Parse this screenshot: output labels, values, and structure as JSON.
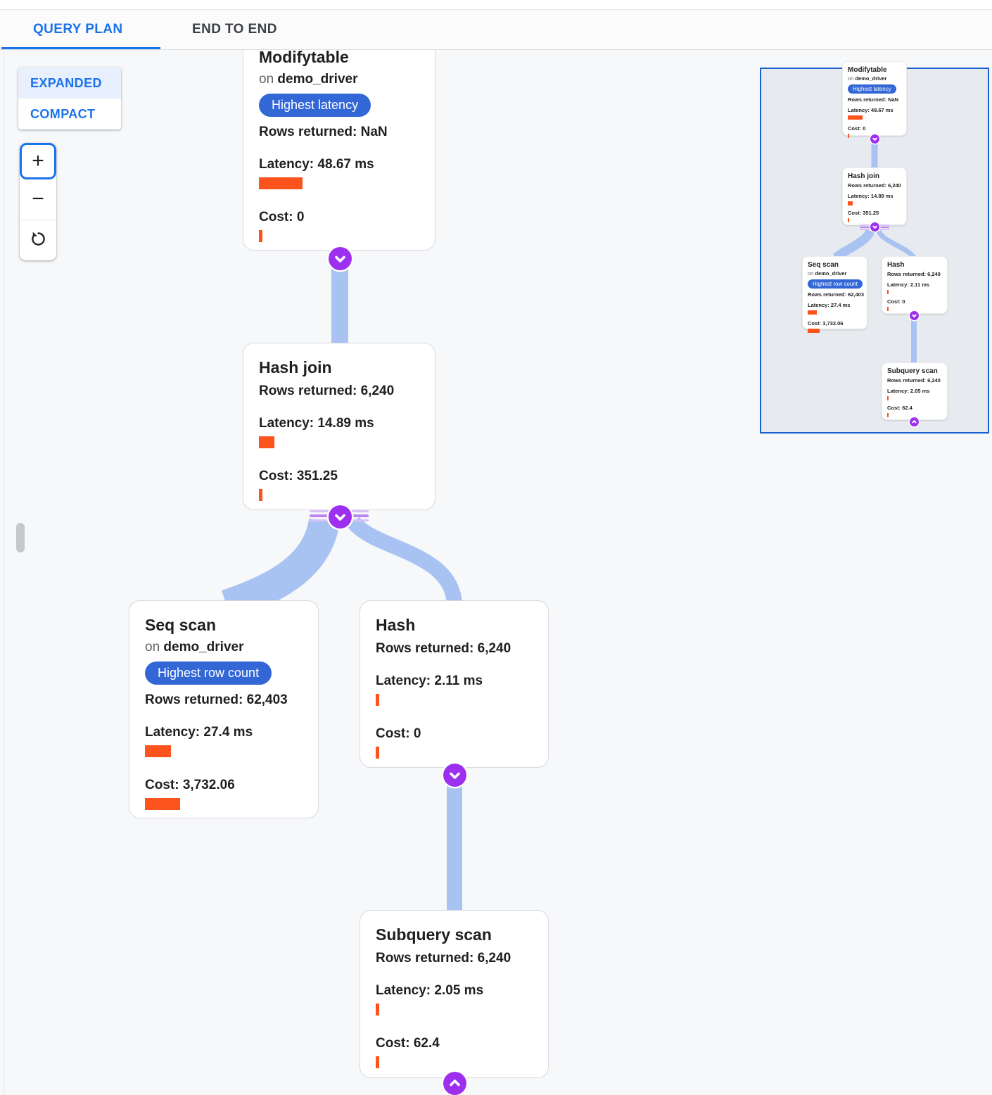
{
  "tabs": {
    "query_plan": "QUERY PLAN",
    "end_to_end": "END TO END"
  },
  "view_toggle": {
    "expanded": "EXPANDED",
    "compact": "COMPACT"
  },
  "zoom_controls": {
    "zoom_in": "+",
    "zoom_out": "−"
  },
  "colors": {
    "accent_blue": "#1a73e8",
    "badge_blue": "#3367d6",
    "bar_orange": "#fc541c",
    "edge_blue": "#a8c3f2",
    "toggle_purple": "#9c30ee",
    "minimap_border": "#1b5fcf"
  },
  "nodes": {
    "modifytable": {
      "title": "Modifytable",
      "on_prefix": "on",
      "table": "demo_driver",
      "badge": "Highest latency",
      "rows": "Rows returned: NaN",
      "latency": "Latency: 48.67 ms",
      "cost": "Cost: 0",
      "latency_bar": 62,
      "cost_bar": 5
    },
    "hash_join": {
      "title": "Hash join",
      "rows": "Rows returned: 6,240",
      "latency": "Latency: 14.89 ms",
      "cost": "Cost: 351.25",
      "latency_bar": 22,
      "cost_bar": 5
    },
    "seq_scan": {
      "title": "Seq scan",
      "on_prefix": "on",
      "table": "demo_driver",
      "badge": "Highest row count",
      "rows": "Rows returned: 62,403",
      "latency": "Latency: 27.4 ms",
      "cost": "Cost: 3,732.06",
      "latency_bar": 37,
      "cost_bar": 50
    },
    "hash": {
      "title": "Hash",
      "rows": "Rows returned: 6,240",
      "latency": "Latency: 2.11 ms",
      "cost": "Cost: 0",
      "latency_bar": 5,
      "cost_bar": 5
    },
    "subquery_scan": {
      "title": "Subquery scan",
      "rows": "Rows returned: 6,240",
      "latency": "Latency: 2.05 ms",
      "cost": "Cost: 62.4",
      "latency_bar": 5,
      "cost_bar": 5
    }
  }
}
